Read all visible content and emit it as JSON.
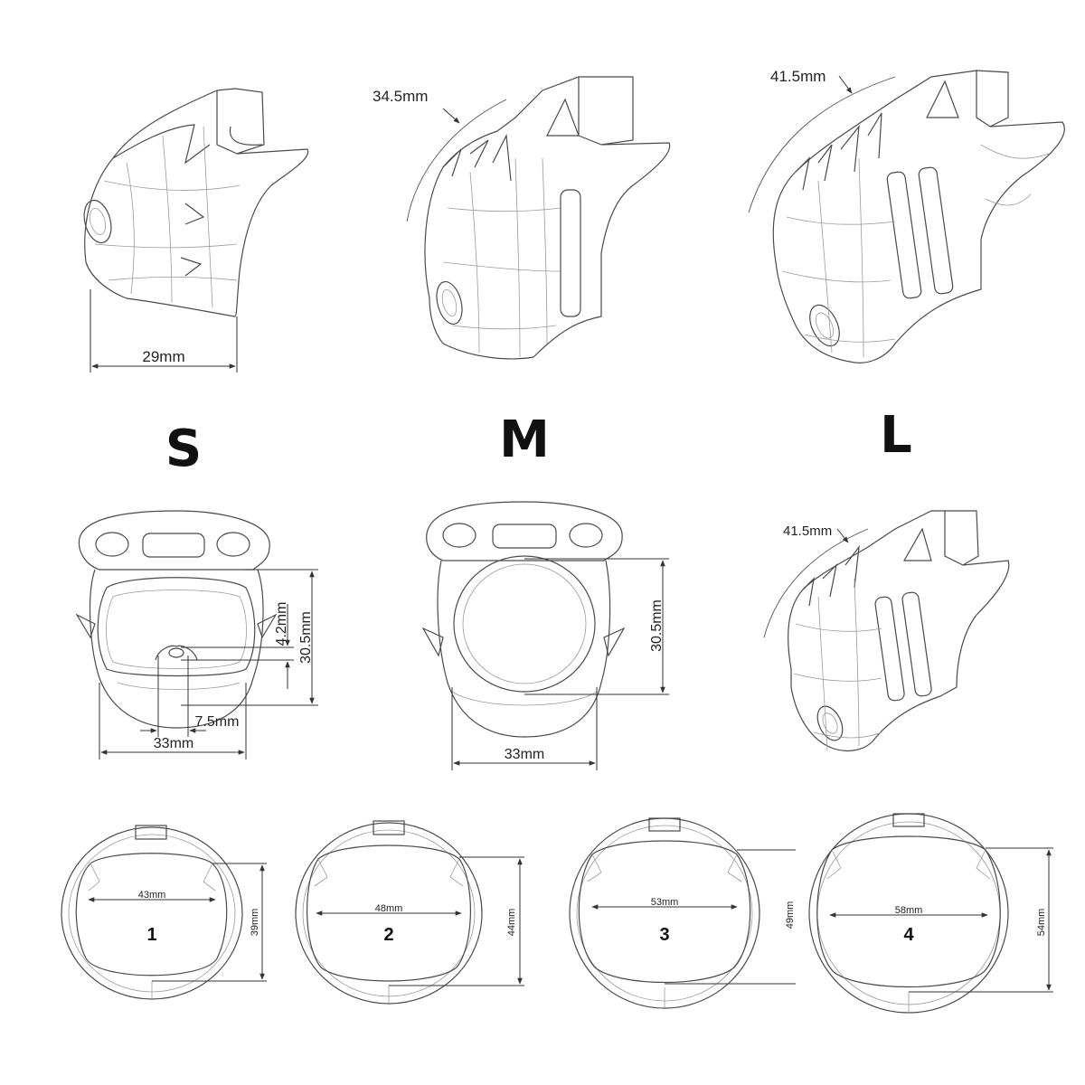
{
  "sizes": {
    "s": "S",
    "m": "M",
    "l": "L"
  },
  "dimensions": {
    "s_side_width": "29mm",
    "m_curve_length": "34.5mm",
    "l_curve_length_top": "41.5mm",
    "l_curve_length_bottom": "41.5mm",
    "s_front_width": "33mm",
    "s_front_height": "30.5mm",
    "s_hole_height": "4.2mm",
    "s_hole_width": "7.5mm",
    "m_front_width": "33mm",
    "m_front_height": "30.5mm"
  },
  "rings": [
    {
      "number": "1",
      "width": "43mm",
      "height": "39mm"
    },
    {
      "number": "2",
      "width": "48mm",
      "height": "44mm"
    },
    {
      "number": "3",
      "width": "53mm",
      "height": "49mm"
    },
    {
      "number": "4",
      "width": "58mm",
      "height": "54mm"
    }
  ]
}
